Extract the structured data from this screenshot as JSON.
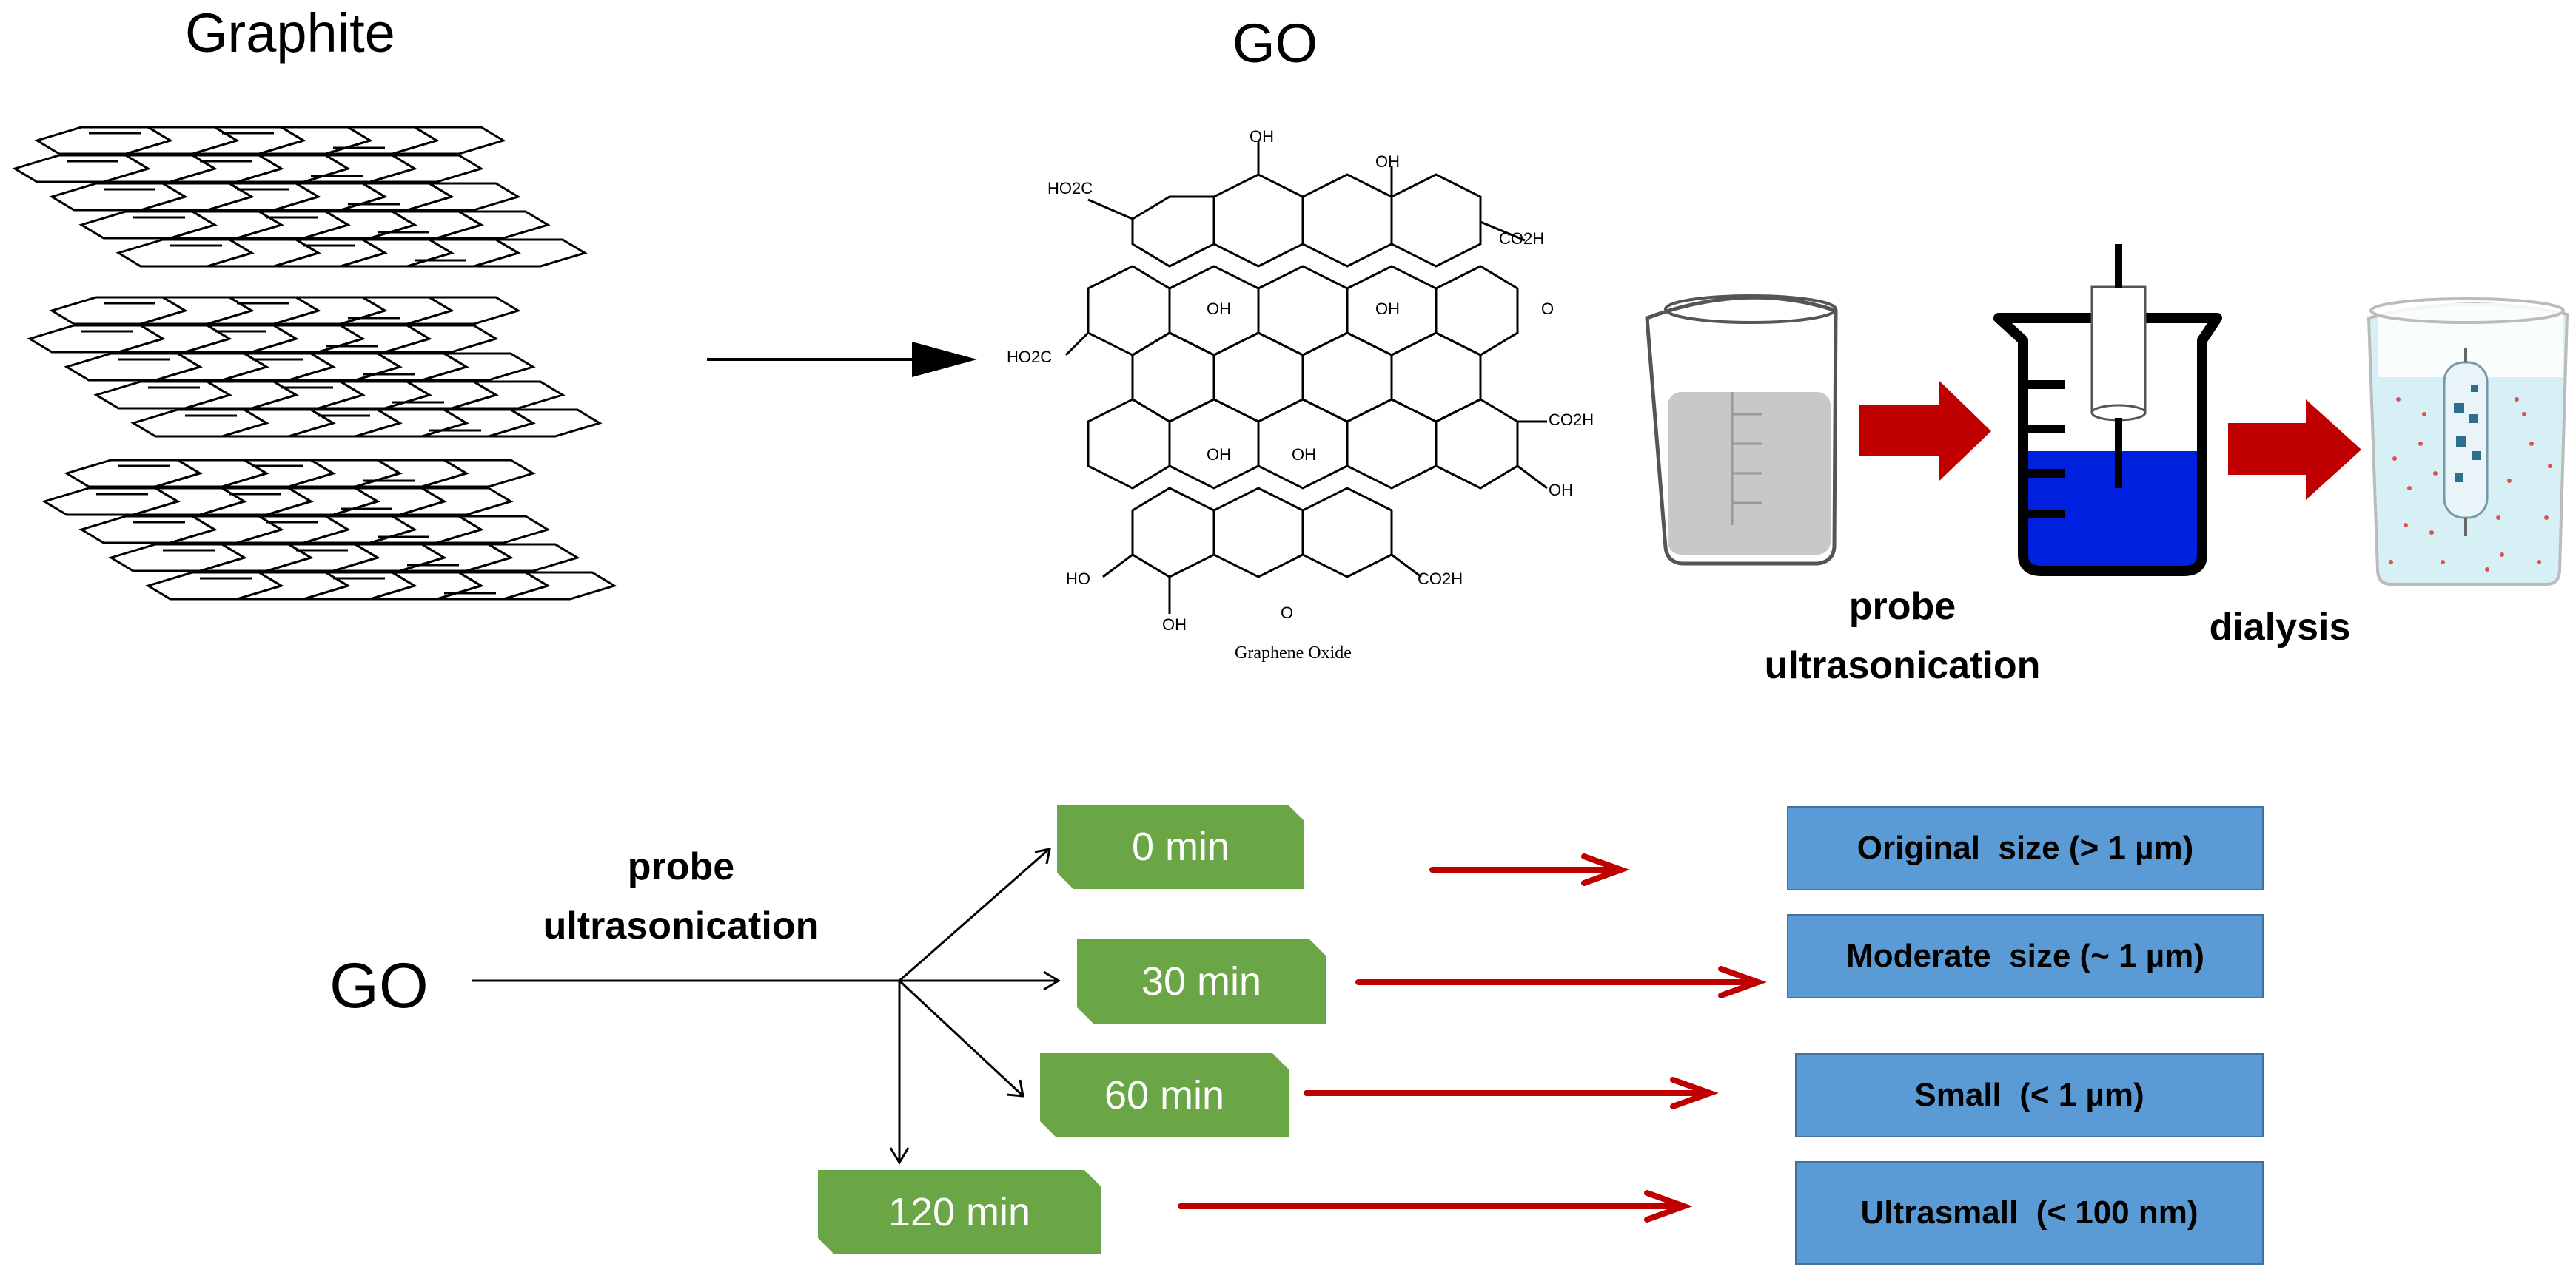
{
  "top": {
    "graphite_title": "Graphite",
    "go_title": "GO",
    "molecule_caption": "Graphene Oxide",
    "probe_label_line1": "probe",
    "probe_label_line2": "ultrasonication",
    "dialysis_label": "dialysis",
    "chem_groups": [
      "OH",
      "OH",
      "HO2C",
      "CO2H",
      "OH",
      "OH",
      "O",
      "HO2C",
      "OH",
      "OH",
      "CO2H",
      "OH",
      "HO",
      "OH",
      "O",
      "CO2H"
    ]
  },
  "bottom": {
    "go_label": "GO",
    "probe_label_line1": "probe",
    "probe_label_line2": "ultrasonication",
    "times": [
      "0 min",
      "30 min",
      "60 min",
      "120 min"
    ],
    "sizes": [
      "Original  size (> 1 µm)",
      "Moderate  size (~ 1 µm)",
      "Small  (< 1 µm)",
      "Ultrasmall  (< 100 nm)"
    ]
  },
  "colors": {
    "green_box": "#6aa645",
    "blue_box": "#5b9bd5",
    "red_arrow": "#c00000",
    "liquid_blue": "#0020e0",
    "liquid_gray": "#c8c8c8"
  }
}
